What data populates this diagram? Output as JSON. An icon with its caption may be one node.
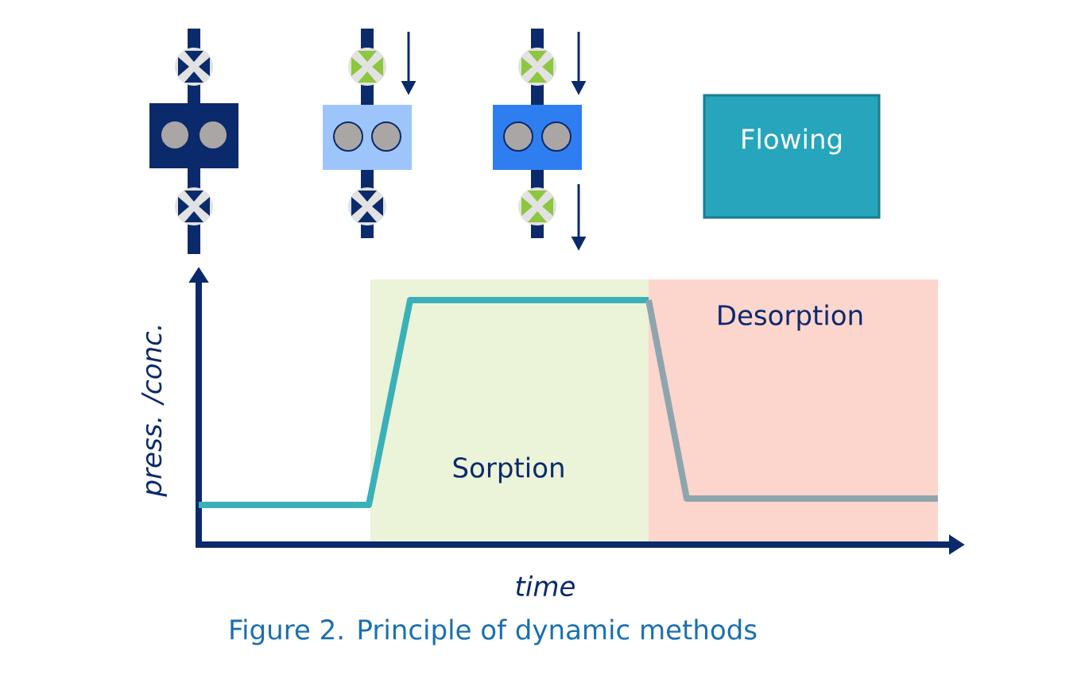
{
  "diagram": {
    "caption": "Figure 2. Principle of dynamic methods",
    "nodes": [
      {
        "text": [
          "Flowing"
        ]
      },
      {
        "text": [
          "Sorption"
        ]
      },
      {
        "text": [
          "Desorption"
        ]
      }
    ],
    "labels": [
      "press. /conc.",
      "time"
    ]
  }
}
